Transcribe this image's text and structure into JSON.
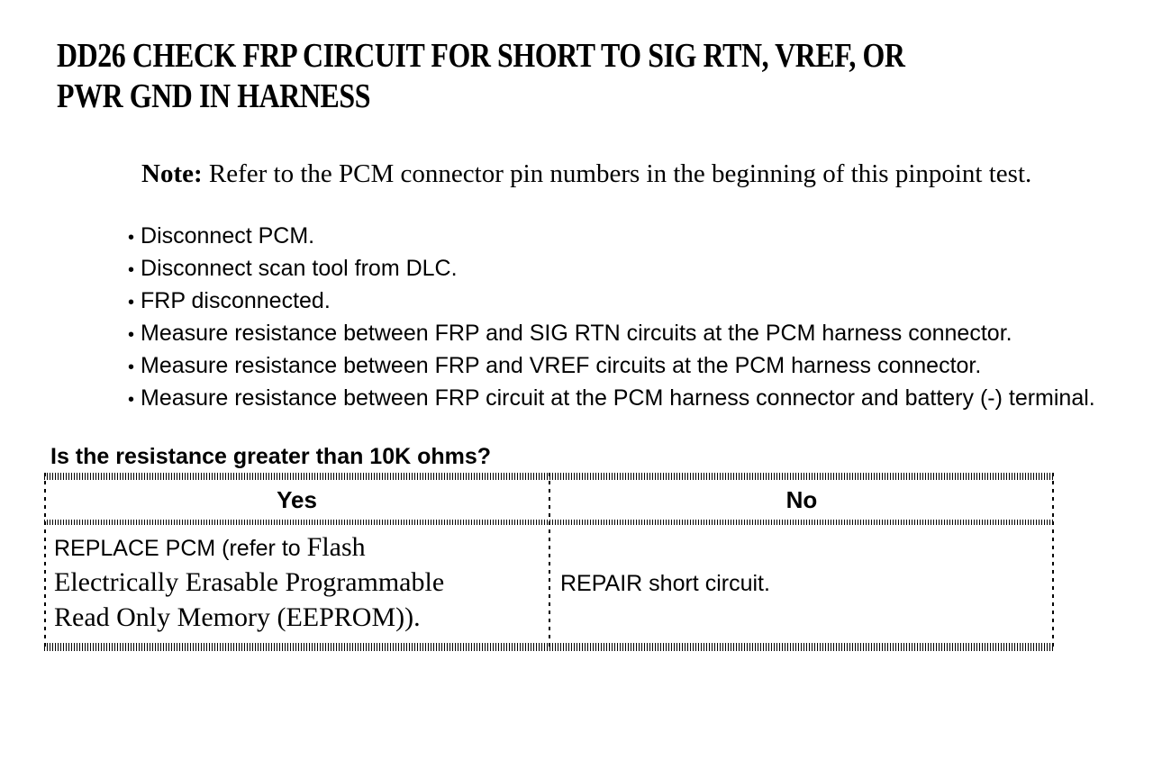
{
  "colors": {
    "text": "#000000",
    "background": "#ffffff",
    "table_border": "#000000"
  },
  "icons": {
    "bullet": "•"
  },
  "document": {
    "title": {
      "line1": "DD26 CHECK FRP CIRCUIT FOR SHORT TO SIG RTN, VREF, OR",
      "line2": "PWR GND IN HARNESS"
    },
    "note": {
      "label": "Note:",
      "text": " Refer to the PCM connector pin numbers in the beginning of this pinpoint test."
    },
    "checklist": [
      "Disconnect PCM.",
      "Disconnect scan tool from DLC.",
      "FRP disconnected.",
      "Measure resistance between FRP and SIG RTN circuits at the PCM harness connector.",
      "Measure resistance between FRP and VREF circuits at the PCM harness connector.",
      "Measure resistance between FRP circuit at the PCM harness connector and battery (-) terminal."
    ],
    "question": "Is the resistance greater than 10K ohms?",
    "result_table": {
      "yes_header": "Yes",
      "no_header": "No",
      "yes_action_plain": "REPLACE PCM (refer to ",
      "yes_action_reference": "Flash Electrically Erasable Programmable Read Only Memory (EEPROM)).",
      "no_action": "REPAIR short circuit."
    }
  }
}
